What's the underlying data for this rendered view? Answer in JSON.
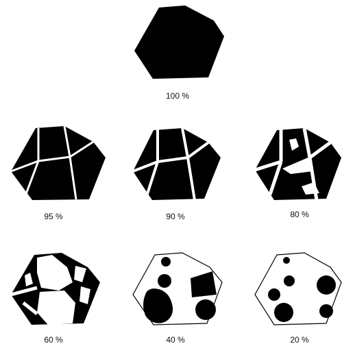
{
  "figures": [
    {
      "id": "fig-100",
      "label": "100 %",
      "fraction": 1.0
    },
    {
      "id": "fig-95",
      "label": "95 %",
      "fraction": 0.95
    },
    {
      "id": "fig-90",
      "label": "90 %",
      "fraction": 0.9
    },
    {
      "id": "fig-80",
      "label": "80 %",
      "fraction": 0.8
    },
    {
      "id": "fig-60",
      "label": "60 %",
      "fraction": 0.6
    },
    {
      "id": "fig-40",
      "label": "40 %",
      "fraction": 0.4
    },
    {
      "id": "fig-20",
      "label": "20 %",
      "fraction": 0.2
    }
  ],
  "colors": {
    "fill": "#000000",
    "background": "#ffffff",
    "outline": "#000000"
  }
}
